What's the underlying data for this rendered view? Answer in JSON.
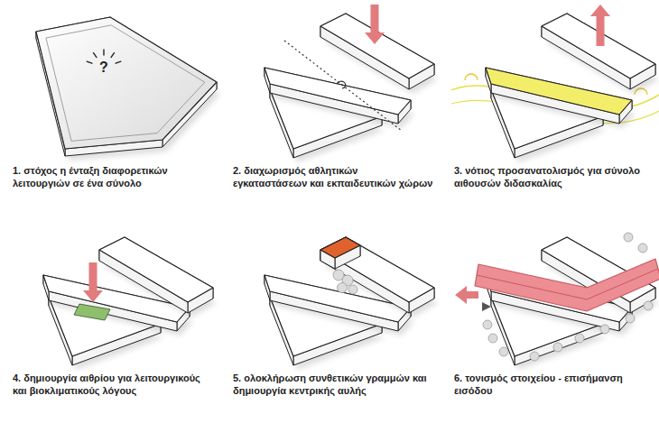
{
  "diagram": {
    "labels": [
      "?",
      "1. στόχος η ένταξη διαφορετικών λειτουργιών σε ένα σύνολο",
      "2. διαχωρισμός αθλητικών εγκαταστάσεων και εκπαιδευτικών χώρων",
      "3. νότιος προσανατολισμός για σύνολο αιθουσών διδασκαλίας",
      "4. δημιουργία αιθρίου για λειτουργικούς και βιοκλιματικούς λόγους",
      "5. ολοκλήρωση συνθετικών γραμμών και δημιουργία κεντρικής αυλής",
      "6. τονισμός στοιχείου - επισήμανση εισόδου"
    ]
  }
}
